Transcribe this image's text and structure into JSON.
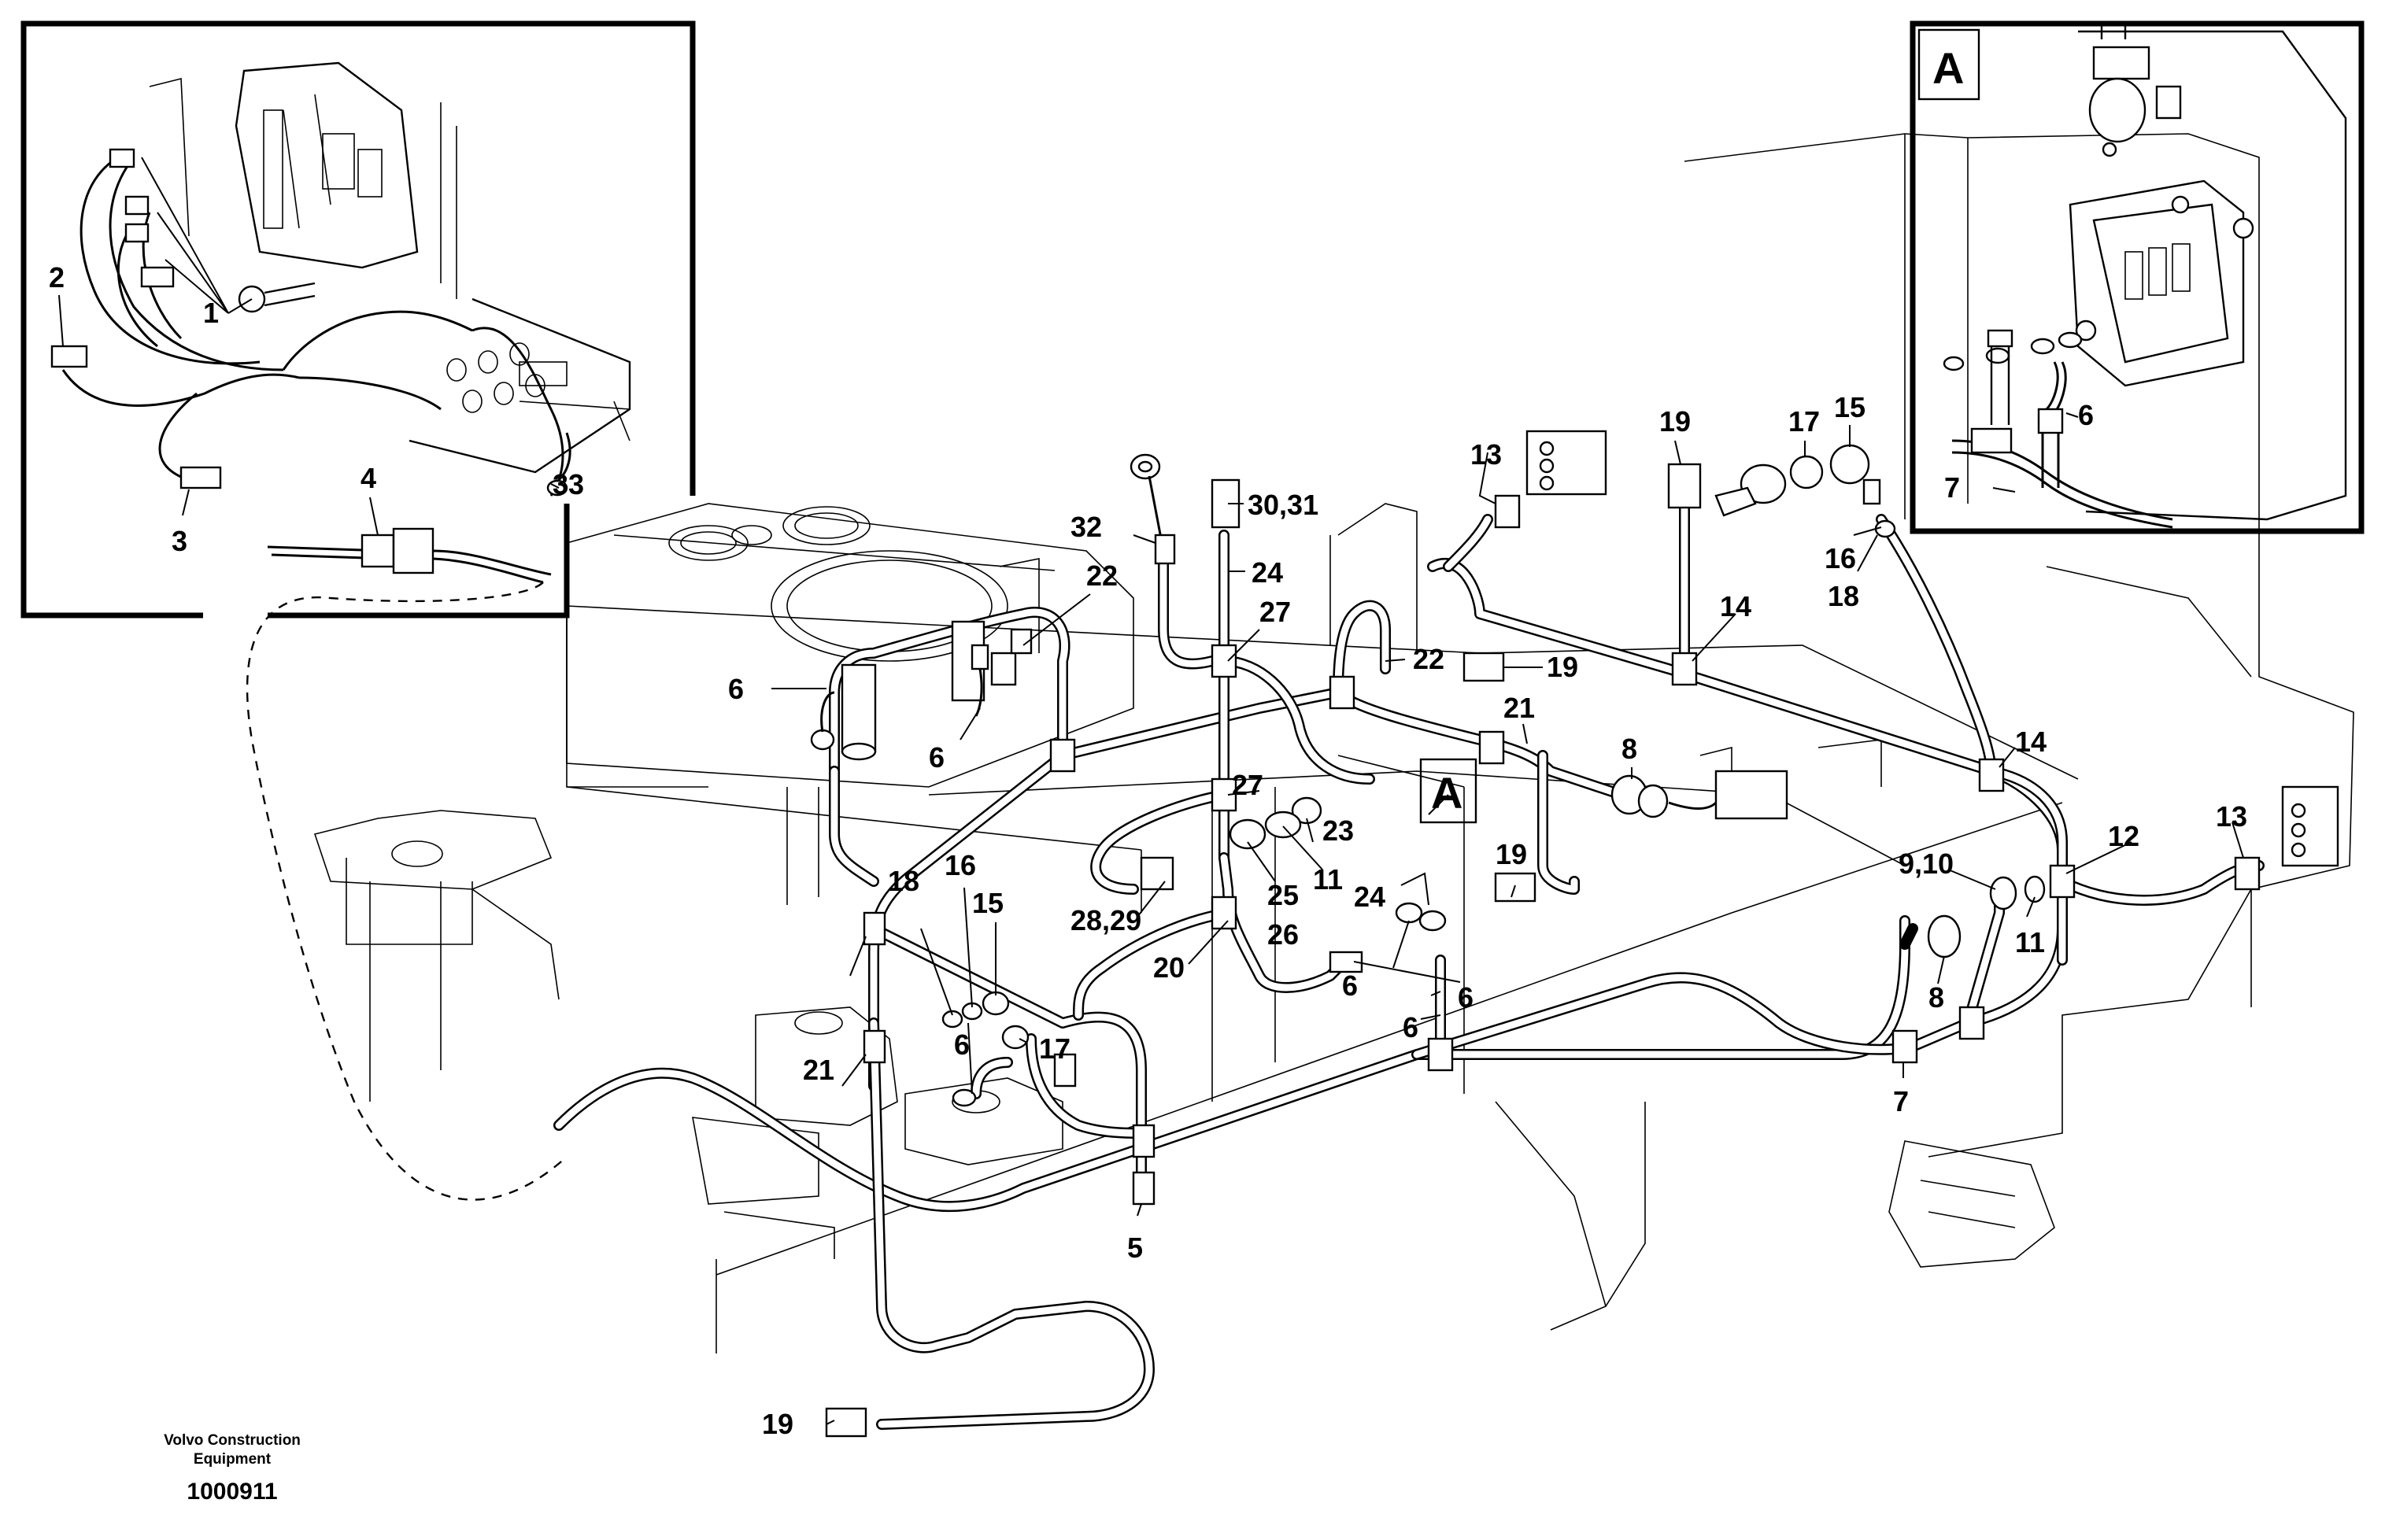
{
  "diagram": {
    "callouts": [
      "1",
      "2",
      "3",
      "4",
      "33",
      "32",
      "30,31",
      "24",
      "22",
      "27",
      "6",
      "6",
      "22",
      "19",
      "21",
      "8",
      "A",
      "27",
      "23",
      "11",
      "25",
      "26",
      "28,29",
      "20",
      "24",
      "19",
      "6",
      "6",
      "18",
      "16",
      "15",
      "21",
      "6",
      "17",
      "5",
      "13",
      "19",
      "17",
      "15",
      "14",
      "16",
      "18",
      "14",
      "13",
      "12",
      "9,10",
      "11",
      "8",
      "7"
    ],
    "inset_a": {
      "title": "A",
      "callouts": [
        "6",
        "7"
      ]
    },
    "footer": {
      "company_line1": "Volvo Construction",
      "company_line2": "Equipment",
      "drawing_number": "1000911"
    }
  }
}
